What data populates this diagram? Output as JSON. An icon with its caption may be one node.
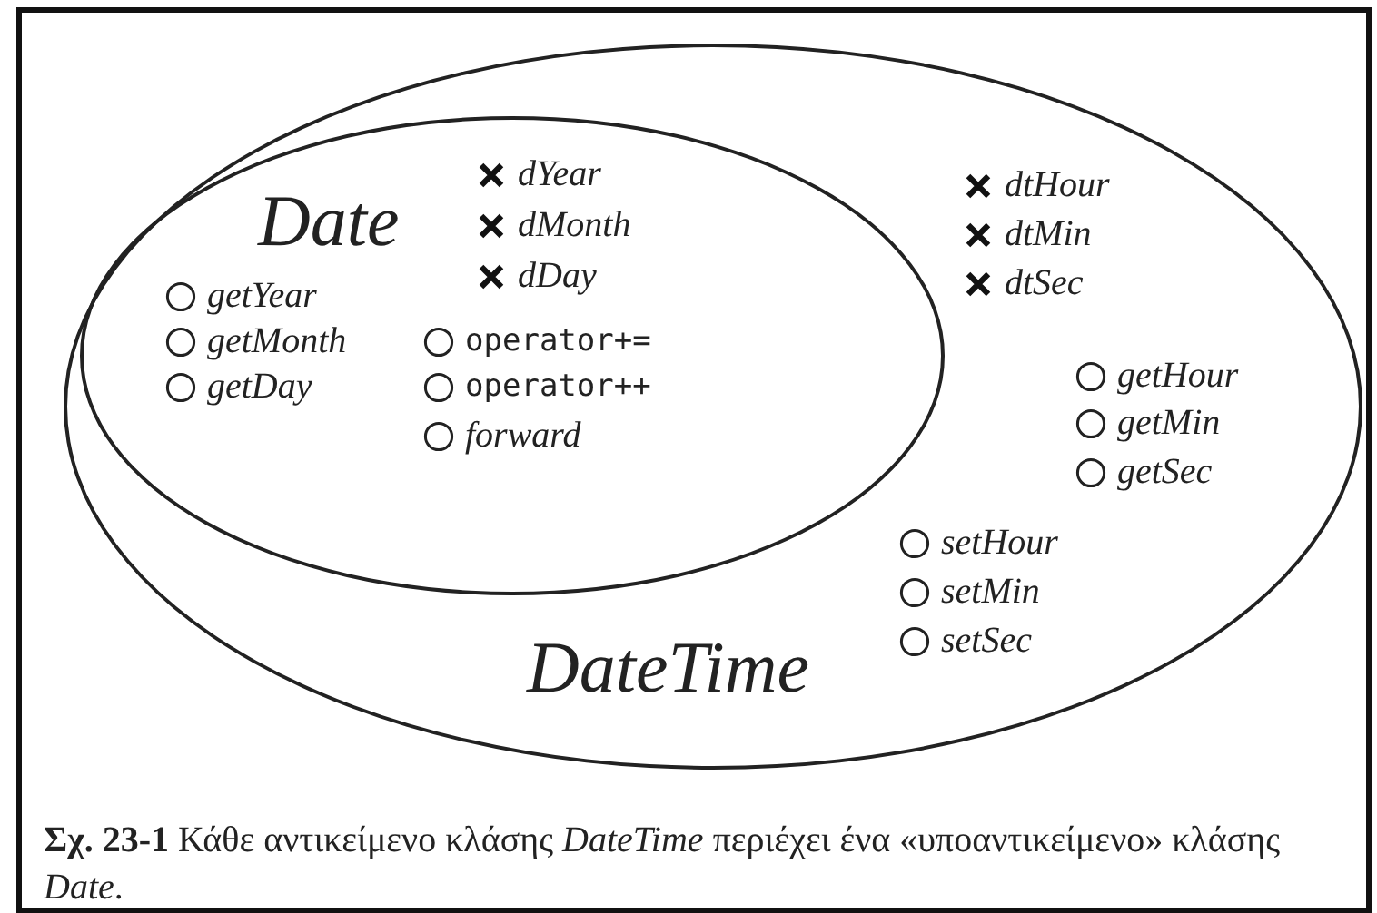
{
  "diagram": {
    "caption": "**Σχ. 23-1**  Κάθε αντικείμενο κλάσης *DateTime* περιέχει ένα «υποαντικείμενο» κλάσης *Date*.",
    "nodes": [
      {
        "text": [
          "DateTime",
          "dtHour",
          "dtMin",
          "dtSec",
          "getHour",
          "getMin",
          "getSec",
          "setHour",
          "setMin",
          "setSec"
        ]
      },
      {
        "text": [
          "Date",
          "dYear",
          "dMonth",
          "dDay",
          "getYear",
          "getMonth",
          "getDay",
          "operator+=",
          "operator++",
          "forward"
        ],
        "in": 0
      }
    ]
  }
}
